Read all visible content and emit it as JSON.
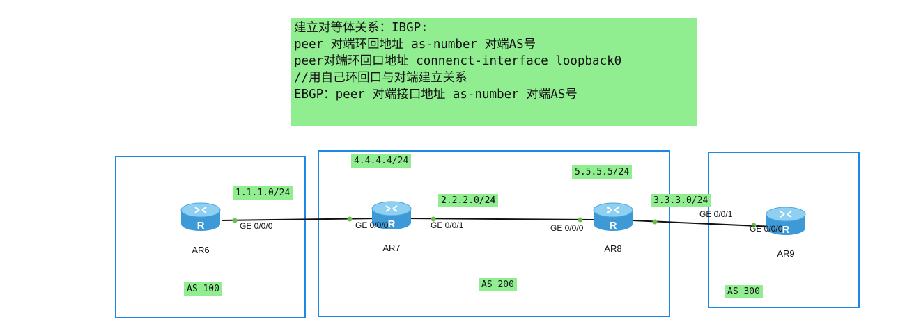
{
  "note": {
    "lines": [
      "建立对等体关系：IBGP:",
      "peer 对端环回地址 as-number 对端AS号",
      "peer对端环回口地址 connenct-interface loopback0",
      "//用自己环回口与对端建立关系",
      "EBGP：peer 对端接口地址 as-number 对端AS号"
    ]
  },
  "as_areas": [
    {
      "label": "AS 100"
    },
    {
      "label": "AS 200"
    },
    {
      "label": "AS 300"
    }
  ],
  "networks": [
    {
      "label": "1.1.1.0/24"
    },
    {
      "label": "4.4.4.4/24"
    },
    {
      "label": "2.2.2.0/24"
    },
    {
      "label": "5.5.5.5/24"
    },
    {
      "label": "3.3.3.0/24"
    }
  ],
  "routers": [
    {
      "name": "AR6",
      "icon": "router-icon"
    },
    {
      "name": "AR7",
      "icon": "router-icon"
    },
    {
      "name": "AR8",
      "icon": "router-icon"
    },
    {
      "name": "AR9",
      "icon": "router-icon"
    }
  ],
  "ports": [
    {
      "label": "GE 0/0/0"
    },
    {
      "label": "GE 0/0/0"
    },
    {
      "label": "GE 0/0/1"
    },
    {
      "label": "GE 0/0/0"
    },
    {
      "label": "GE 0/0/1"
    },
    {
      "label": "GE 0/0/0"
    }
  ],
  "colors": {
    "note_bg": "#90ee90",
    "as_border": "#1e88e5",
    "link": "#111111",
    "port_dot": "#6abf4b",
    "router_body": "#5fb8e8"
  }
}
